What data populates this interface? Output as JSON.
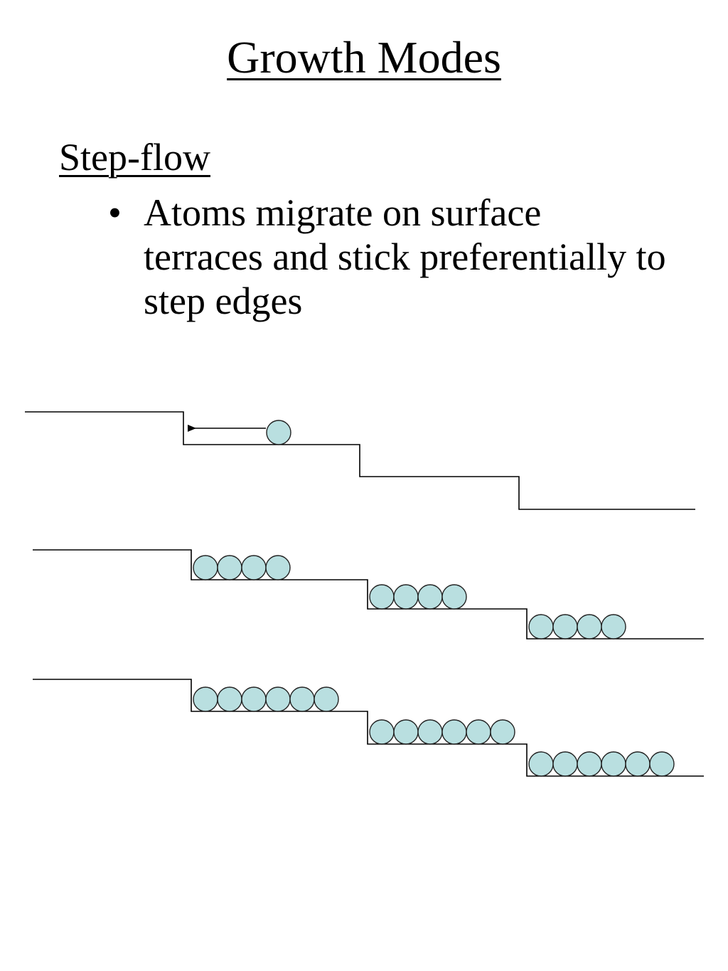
{
  "title": "Growth Modes",
  "subheading": "Step-flow",
  "bullets": [
    {
      "marker": "•",
      "text": "Atoms migrate on surface terraces and stick preferentially to step edges"
    }
  ],
  "colors": {
    "line": "#000000",
    "atom_fill": "#b9dfe0",
    "atom_stroke": "#222222"
  },
  "diagram": {
    "stages": [
      {
        "name": "stage-1-single-atom-migrating",
        "atoms_per_terrace": [
          0,
          1,
          0,
          0
        ],
        "arrow": "atom moves toward step edge"
      },
      {
        "name": "stage-2-partial-rows",
        "atoms_per_terrace": [
          0,
          4,
          4,
          4
        ]
      },
      {
        "name": "stage-3-longer-rows",
        "atoms_per_terrace": [
          0,
          6,
          6,
          6
        ]
      }
    ]
  }
}
